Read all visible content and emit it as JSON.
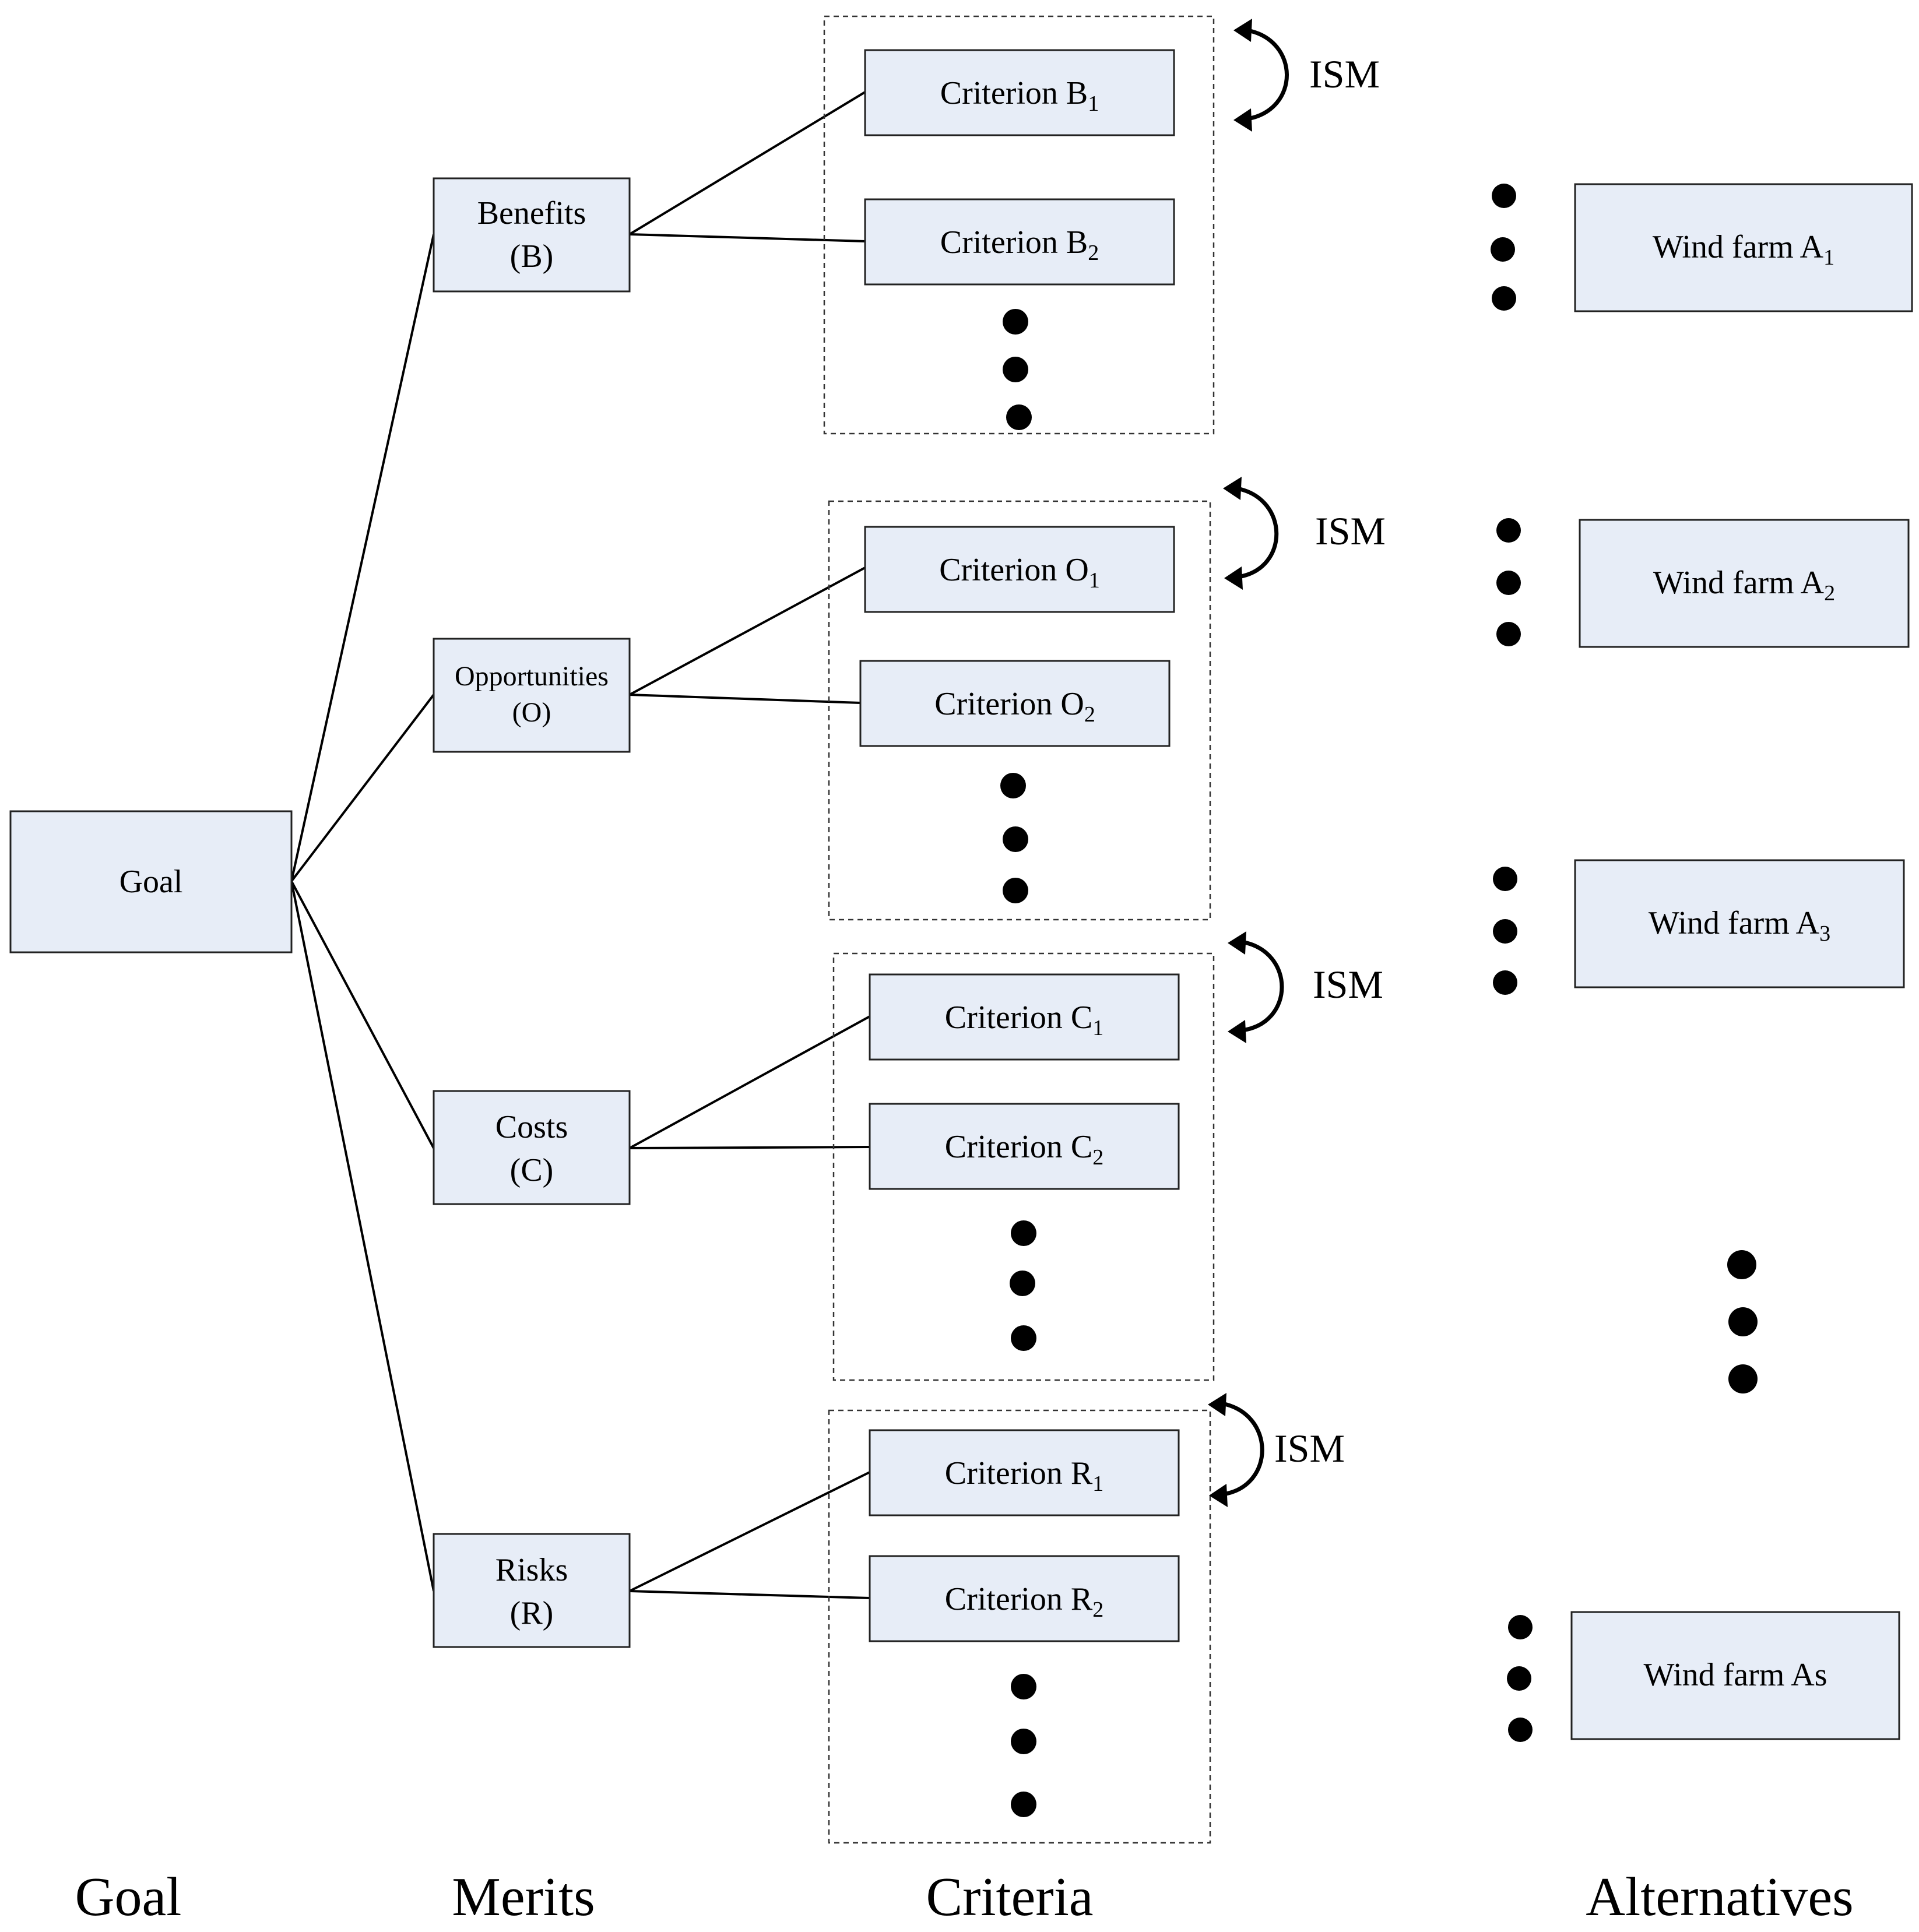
{
  "diagram": {
    "levels": {
      "goal": "Goal",
      "merits": "Merits",
      "criteria": "Criteria",
      "alternatives": "Alternatives"
    },
    "goal_node": "Goal",
    "merits": [
      {
        "name": "Benefits",
        "abbr": "(B)"
      },
      {
        "name": "Opportunities",
        "abbr": "(O)"
      },
      {
        "name": "Costs",
        "abbr": "(C)"
      },
      {
        "name": "Risks",
        "abbr": "(R)"
      }
    ],
    "criteria": [
      {
        "prefix": "Criterion B",
        "items": [
          "1",
          "2"
        ]
      },
      {
        "prefix": "Criterion O",
        "items": [
          "1",
          "2"
        ]
      },
      {
        "prefix": "Criterion C",
        "items": [
          "1",
          "2"
        ]
      },
      {
        "prefix": "Criterion R",
        "items": [
          "1",
          "2"
        ]
      }
    ],
    "ism_label": "ISM",
    "alternatives": [
      {
        "prefix": "Wind farm A",
        "sub": "1"
      },
      {
        "prefix": "Wind farm A",
        "sub": "2"
      },
      {
        "prefix": "Wind farm A",
        "sub": "3"
      },
      {
        "prefix": "Wind farm As",
        "sub": ""
      }
    ],
    "colors": {
      "box_fill": "#e7edf7",
      "box_stroke": "#222222",
      "line": "#000000"
    }
  }
}
